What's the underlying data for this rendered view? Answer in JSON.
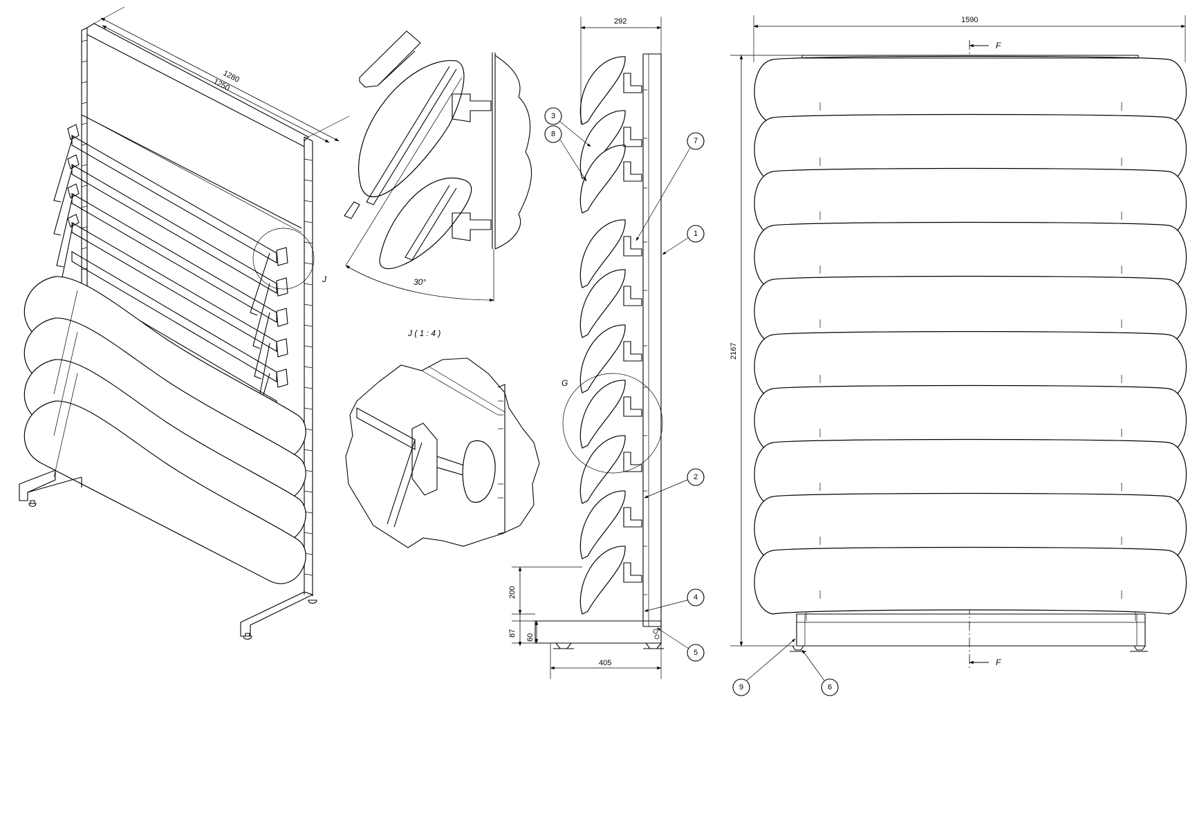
{
  "dimensions": {
    "iso_width_outer": "1280",
    "iso_width_inner": "1250",
    "side_depth_top": "292",
    "side_base_depth": "405",
    "side_bottom_gap": "200",
    "side_base_height": "87",
    "side_foot_height": "60",
    "front_width": "1590",
    "front_height": "2167",
    "tilt_angle": "30°"
  },
  "labels": {
    "detail_j": "J",
    "detail_j_scale": "J ( 1 : 4 )",
    "detail_g": "G",
    "section_top": "F",
    "section_bottom": "F"
  },
  "callouts": [
    "1",
    "2",
    "3",
    "4",
    "5",
    "6",
    "7",
    "8",
    "9"
  ],
  "colors": {
    "line": "#000000",
    "background": "#ffffff"
  }
}
